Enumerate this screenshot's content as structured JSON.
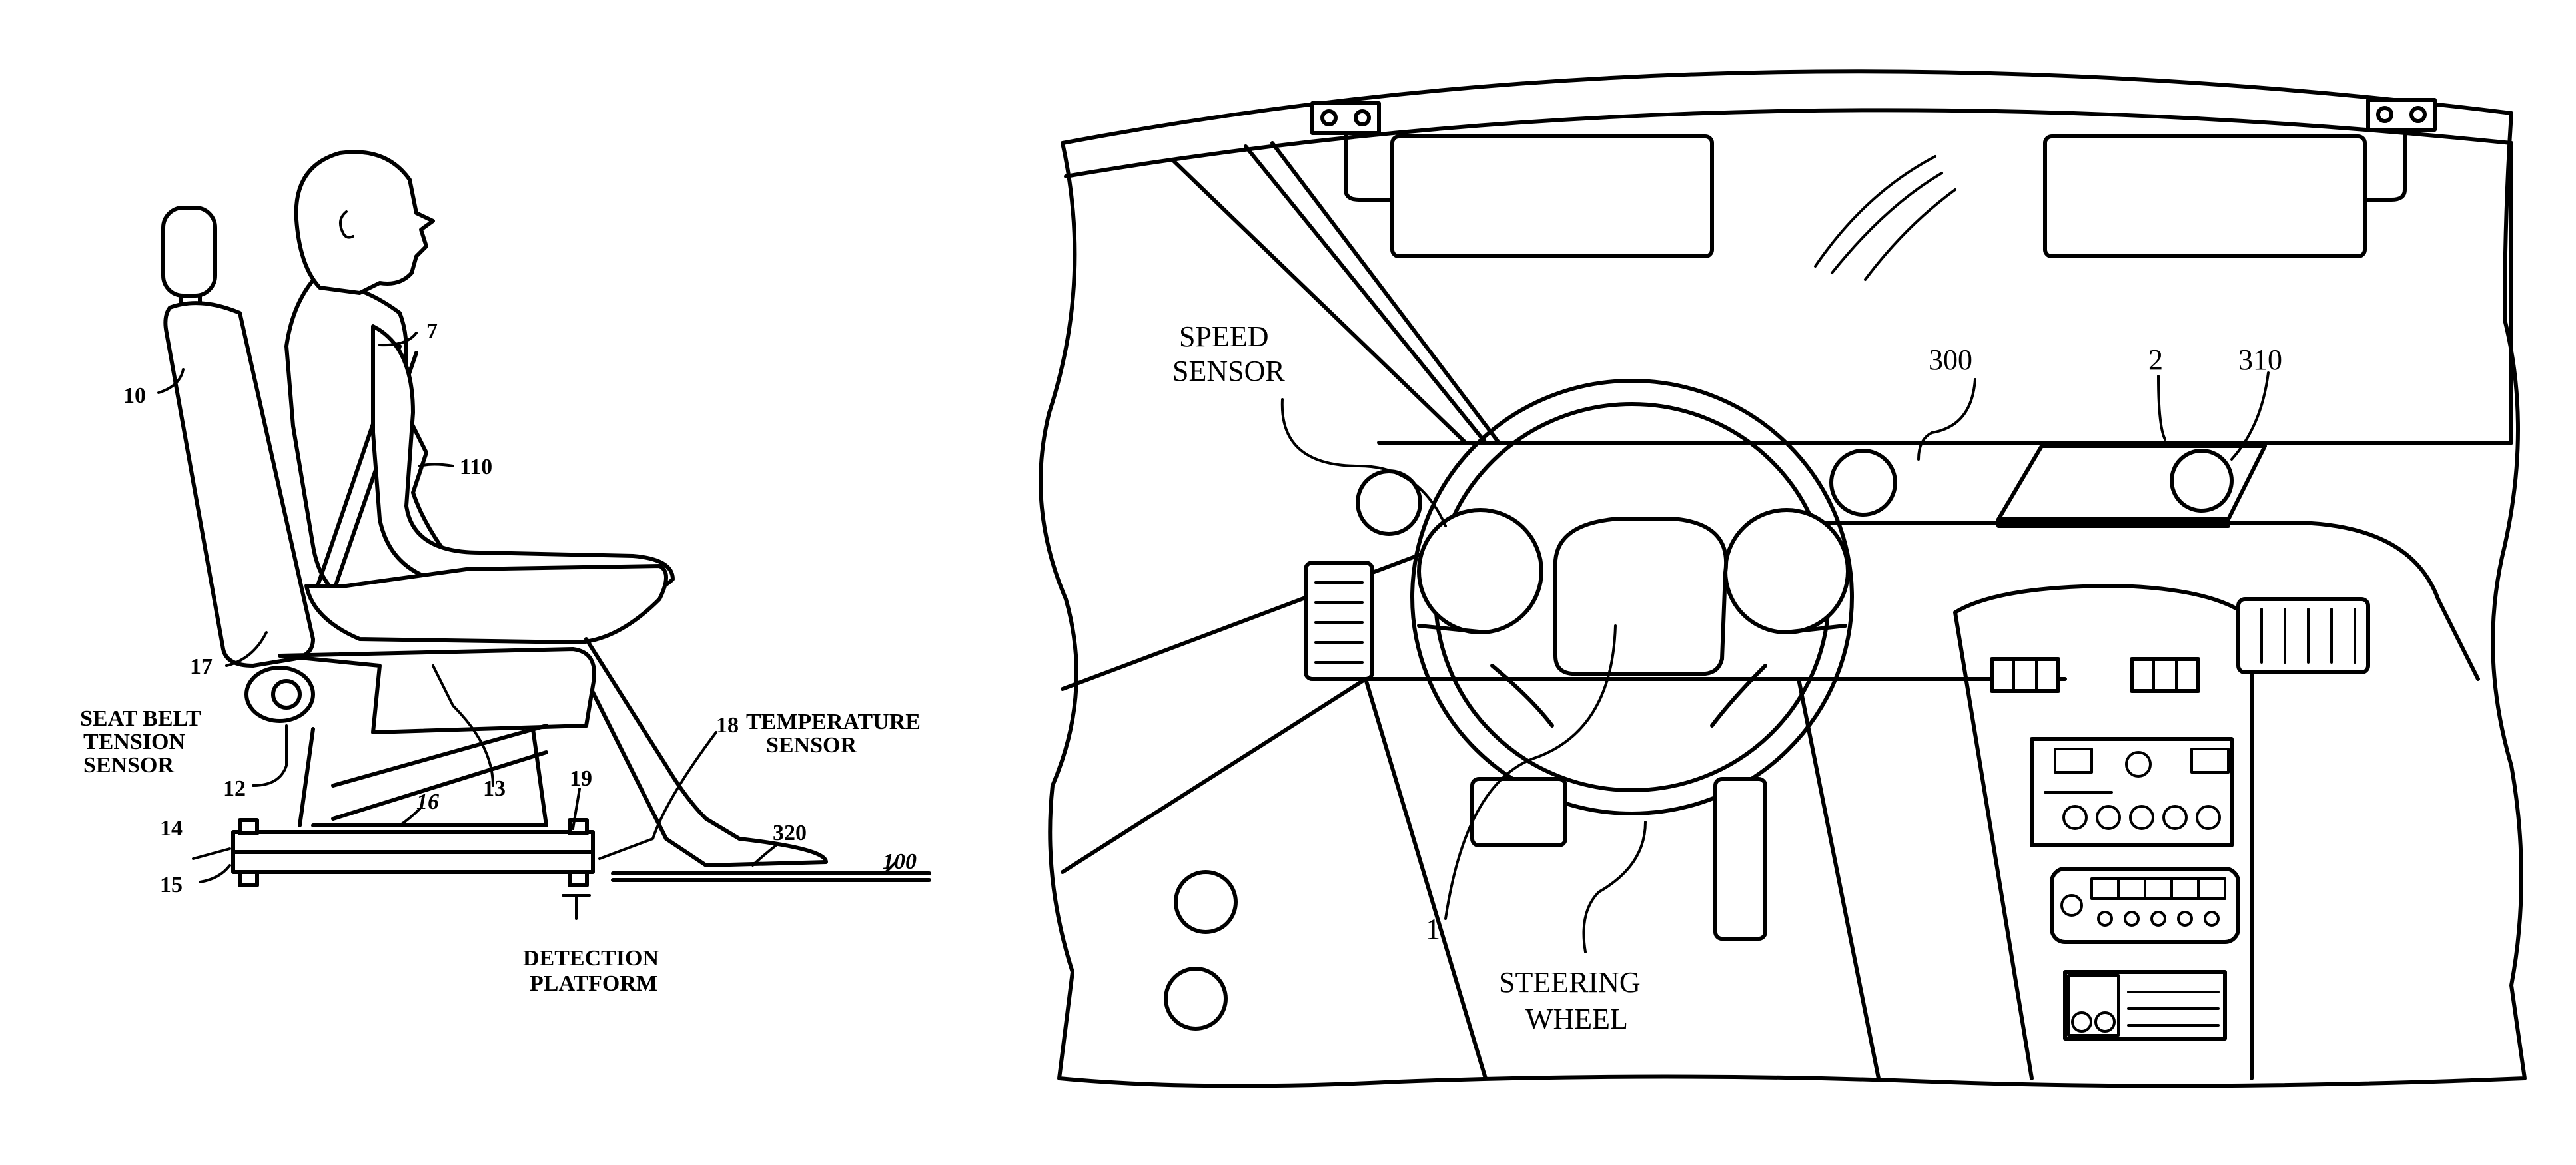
{
  "left_figure": {
    "ref_7": "7",
    "ref_10": "10",
    "ref_110": "110",
    "ref_17": "17",
    "seat_belt_tension_sensor": [
      "SEAT BELT",
      "TENSION",
      "SENSOR"
    ],
    "ref_12": "12",
    "ref_13": "13",
    "ref_19": "19",
    "ref_18": "18",
    "temperature_sensor": [
      "TEMPERATURE",
      "SENSOR"
    ],
    "ref_14": "14",
    "ref_16": "16",
    "ref_15": "15",
    "ref_320": "320",
    "ref_100": "100",
    "detection_platform": [
      "DETECTION",
      "PLATFORM"
    ]
  },
  "right_figure": {
    "speed_sensor": [
      "SPEED",
      "SENSOR"
    ],
    "ref_300": "300",
    "ref_2": "2",
    "ref_310": "310",
    "ref_1": "1",
    "steering_wheel": [
      "STEERING",
      "WHEEL"
    ]
  }
}
